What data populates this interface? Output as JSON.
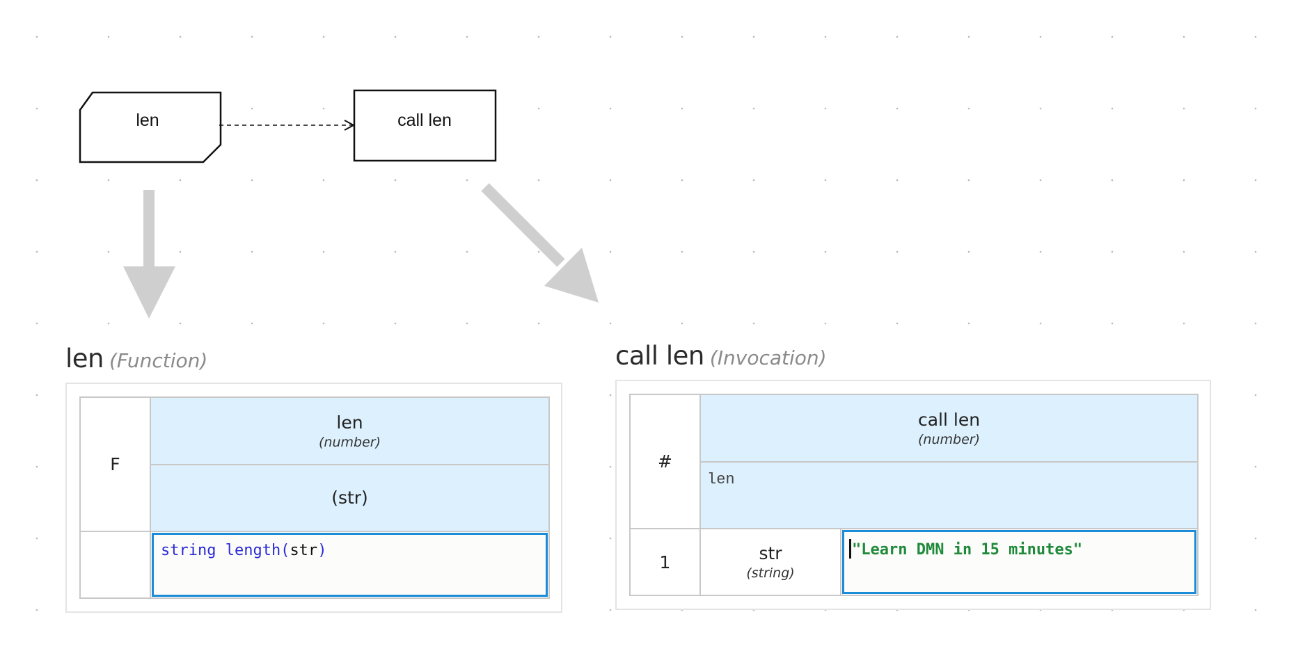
{
  "colors": {
    "header_bg": "#ddf0fd",
    "editor_border": "#1a8cd8",
    "keyword": "#2a2ad6",
    "string_literal": "#1f8a3a",
    "arrow": "#cfcfcf"
  },
  "diagram": {
    "nodes": [
      {
        "name": "len",
        "shape": "business-knowledge-model"
      },
      {
        "name": "call len",
        "shape": "decision"
      }
    ],
    "edges": [
      {
        "from": "len",
        "to": "call len",
        "style": "dashed-knowledge-requirement"
      }
    ]
  },
  "function_section": {
    "title": "len",
    "kind": "(Function)",
    "corner": "F",
    "header_name": "len",
    "header_type": "(number)",
    "params": "(str)",
    "row_number": "",
    "body": {
      "keyword": "string length(",
      "arg": "str",
      "close": ")"
    }
  },
  "invocation_section": {
    "title": "call len",
    "kind": "(Invocation)",
    "corner": "#",
    "header_name": "call len",
    "header_type": "(number)",
    "invoked_function": "len",
    "rows": [
      {
        "number": "1",
        "param_name": "str",
        "param_type": "(string)",
        "value": "\"Learn DMN in 15 minutes\""
      }
    ]
  }
}
